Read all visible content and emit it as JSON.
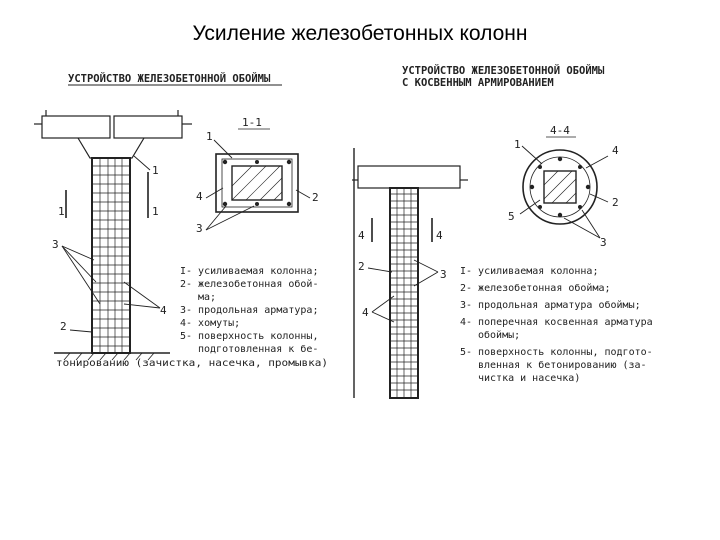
{
  "slide_title": "Усиление железобетонных колонн",
  "left": {
    "heading": "УСТРОЙСТВО ЖЕЛЕЗОБЕТОННОЙ ОБОЙМЫ",
    "section_title": "1-1",
    "callouts": {
      "n1": "1",
      "n2": "2",
      "n3": "3",
      "n4": "4",
      "section": "1"
    },
    "section_callouts": {
      "n1": "1",
      "n2": "2",
      "n3": "3",
      "n4": "4"
    },
    "legend": [
      "I- усиливаемая колонна;",
      "2- железобетонная обой-",
      "ма;",
      "3- продольная арматура;",
      "4- хомуты;",
      "5- поверхность колонны,",
      "подготовленная к бе-",
      "тонированию (зачистка, насечка, промывка)"
    ]
  },
  "right": {
    "heading_line1": "УСТРОЙСТВО ЖЕЛЕЗОБЕТОННОЙ ОБОЙМЫ",
    "heading_line2": "С КОСВЕННЫМ АРМИРОВАНИЕМ",
    "section_title": "4-4",
    "callouts": {
      "n2": "2",
      "n3": "3",
      "n4": "4",
      "section": "4"
    },
    "section_callouts": {
      "n1": "1",
      "n2": "2",
      "n3": "3",
      "n4": "4",
      "n5": "5"
    },
    "legend": [
      "I- усиливаемая колонна;",
      "2- железобетонная обойма;",
      "3- продольная арматура обоймы;",
      "4- поперечная косвенная арматура",
      "обоймы;",
      "5- поверхность колонны, подгото-",
      "вленная к бетонированию (за-",
      "чистка и насечка)"
    ]
  }
}
